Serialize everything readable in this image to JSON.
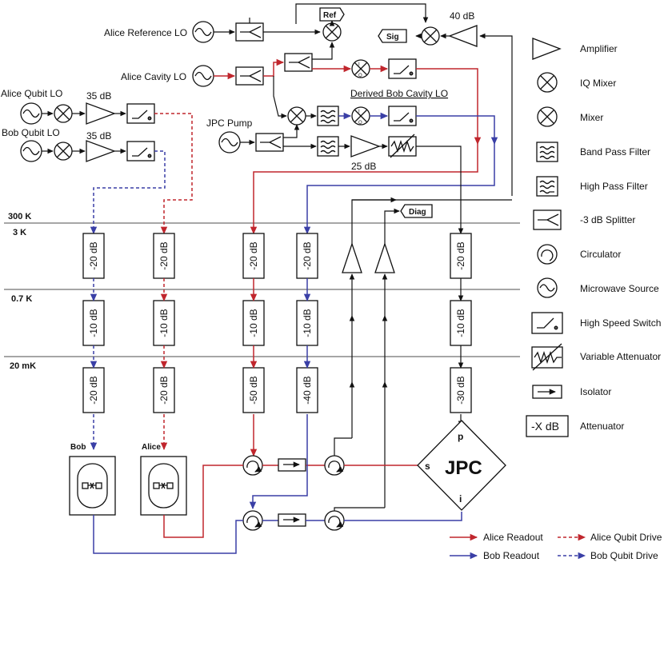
{
  "sources": {
    "alice_reference_lo": "Alice Reference LO",
    "alice_cavity_lo": "Alice Cavity LO",
    "alice_qubit_lo": "Alice Qubit LO",
    "bob_qubit_lo": "Bob Qubit LO",
    "jpc_pump": "JPC Pump",
    "derived_bob_cavity_lo": "Derived Bob Cavity LO"
  },
  "gains": {
    "alice_qubit_amp": "35 dB",
    "bob_qubit_amp": "35 dB",
    "sig_amp": "40 dB",
    "pump_amp": "25 dB"
  },
  "tags": {
    "ref": "Ref",
    "sig": "Sig",
    "diag": "Diag"
  },
  "stages": {
    "s300k": "300 K",
    "s3k": "3 K",
    "s07k": "0.7 K",
    "s20mk": "20 mK"
  },
  "attenuators": {
    "row3k": [
      "-20 dB",
      "-20 dB",
      "-20 dB",
      "-20 dB",
      "-20 dB"
    ],
    "row07k": [
      "-10 dB",
      "-10 dB",
      "-10 dB",
      "-10 dB",
      "-10 dB"
    ],
    "row20mk": [
      "-20 dB",
      "-20 dB",
      "-50 dB",
      "-40 dB",
      "-30 dB"
    ]
  },
  "qubits": {
    "bob": "Bob",
    "alice": "Alice"
  },
  "jpc": {
    "title": "JPC",
    "p": "p",
    "s": "s",
    "i": "i"
  },
  "legend": {
    "items": [
      "Amplifier",
      "IQ Mixer",
      "Mixer",
      "Band Pass Filter",
      "High Pass Filter",
      "-3 dB Splitter",
      "Circulator",
      "Microwave Source",
      "High Speed Switch",
      "Variable Attenuator",
      "Isolator",
      "Attenuator"
    ],
    "attenuator_symbol": "-X dB"
  },
  "line_legend": {
    "alice_readout": "Alice Readout",
    "alice_qubit_drive": "Alice Qubit Drive",
    "bob_readout": "Bob Readout",
    "bob_qubit_drive": "Bob Qubit Drive"
  },
  "colors": {
    "alice": "#c0262d",
    "bob": "#3a3fa6",
    "ink": "#111111"
  }
}
